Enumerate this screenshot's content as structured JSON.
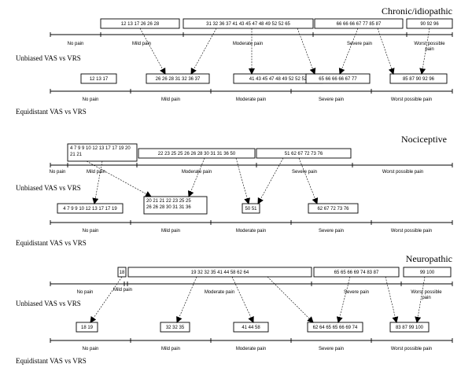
{
  "panels": [
    {
      "title": "Chronic/idiopathic",
      "top_boxes": [
        "12 13 17 26 26 28",
        "31 32 36 37 41 43 45 47 48 49 52 52 65",
        "66 66 66 67 77 85 87",
        "90 92 96"
      ],
      "unbiased_labels": [
        "No pain",
        "Mild pain",
        "Moderate pain",
        "Severe pain",
        "Worst possible",
        "pain"
      ],
      "unbiased_caption": "Unbiased VAS vs VRS",
      "bottom_boxes": [
        "12 13 17",
        "26 26 28 31 32 36 37",
        "41 43 45 47 48 49 52 52 52",
        "65 66 66 66 67 77",
        "85 87 90 92 96"
      ],
      "equidistant_labels": [
        "No pain",
        "Mild pain",
        "Moderate pain",
        "Severe pain",
        "Worst possible pain"
      ],
      "equidistant_caption": "Equidistant VAS vs VRS"
    },
    {
      "title": "Nociceptive",
      "top_boxes": [
        "4 7 9 9 10 12 13 17 17 19 20",
        "21 21",
        "22 23 25 25 26 26 28 30 31 31 36 50",
        "51 62 67 72 73 76"
      ],
      "unbiased_labels": [
        "No pain",
        "Mild pain",
        "Moderate pain",
        "Severe pain",
        "Worst possible pain"
      ],
      "unbiased_caption": "Unbiased VAS vs VRS",
      "bottom_boxes": [
        "4 7 9 9 10 12 13 17 17 19",
        "20 21 21 22 23 25 25",
        "26 26 28 30 31 31 36",
        "50 51",
        "62 67 72 73 76"
      ],
      "equidistant_labels": [
        "No pain",
        "Mild pain",
        "Moderate pain",
        "Severe pain",
        "Worst possible pain"
      ],
      "equidistant_caption": "Equidistant VAS vs VRS"
    },
    {
      "title": "Neuropathic",
      "top_boxes": [
        "18",
        "19 32 32 35 41 44 58 62 64",
        "65 65 66 69 74 83 87",
        "99 100"
      ],
      "unbiased_labels": [
        "No pain",
        "Mild pain",
        "Moderate pain",
        "Severe pain",
        "Worst possible",
        "pain"
      ],
      "unbiased_caption": "Unbiased VAS vs VRS",
      "bottom_boxes": [
        "18 19",
        "32 32 35",
        "41 44 58",
        "62 64 65 65 66 69 74",
        "83 87 99 100"
      ],
      "equidistant_labels": [
        "No pain",
        "Mild pain",
        "Moderate pain",
        "Severe pain",
        "Worst possible pain"
      ],
      "equidistant_caption": "Equidistant VAS vs VRS"
    }
  ]
}
